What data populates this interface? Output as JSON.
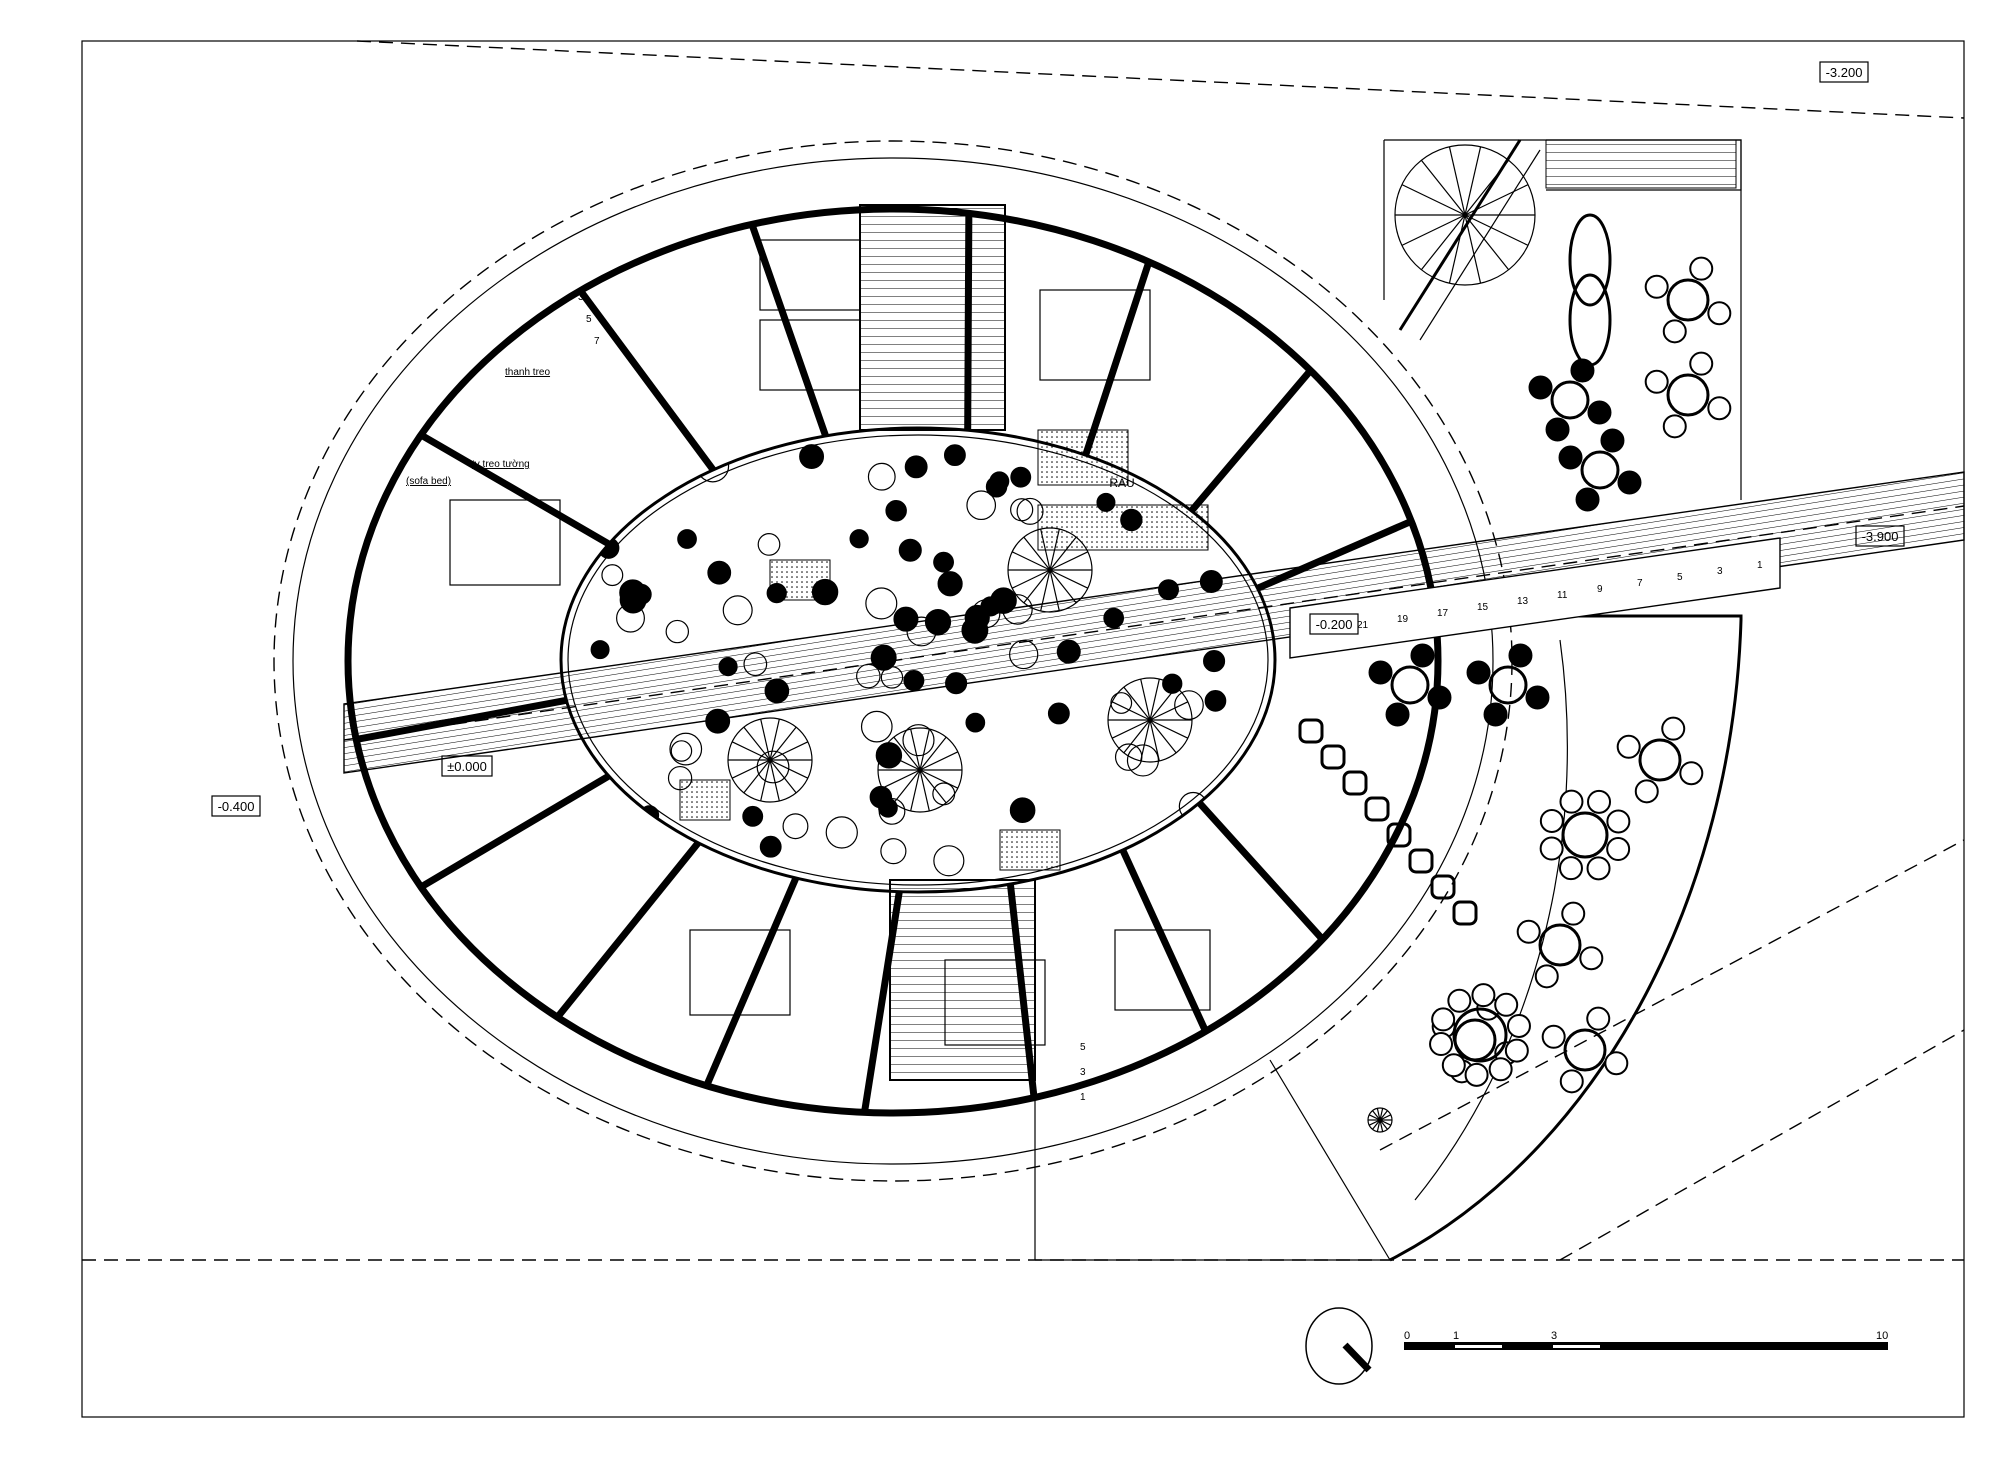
{
  "drawing": {
    "type": "architectural floor plan",
    "line_color": "#000000",
    "background": "#ffffff"
  },
  "levels": {
    "top_right": "-3.200",
    "ramp_right": "-3.900",
    "ramp_center": "-0.200",
    "entry": "±0.000",
    "left": "-0.400"
  },
  "room_labels": {
    "garden": "RAU",
    "hanging_rail": "thanh treo",
    "wall_tv": "tv treo tường",
    "sofa_bed": "(sofa bed)"
  },
  "ramp_steps": [
    "21",
    "19",
    "17",
    "15",
    "13",
    "11",
    "9",
    "7",
    "5",
    "3",
    "1"
  ],
  "stair_top_left": [
    "3",
    "5",
    "7"
  ],
  "stair_bottom": [
    "1",
    "3",
    "5"
  ],
  "scale_bar": {
    "ticks": [
      "0",
      "1",
      "3",
      "10"
    ]
  },
  "north_arrow": {
    "icon": "north-arrow-icon"
  }
}
